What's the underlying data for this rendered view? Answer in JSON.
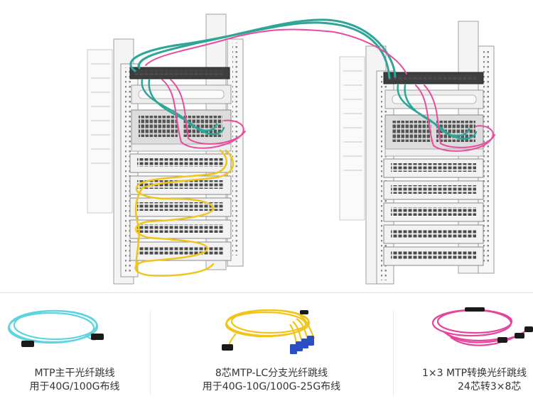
{
  "colors": {
    "trunk_aqua": "#2ea597",
    "trunk_magenta": "#e84c9c",
    "breakout_yellow": "#f0c419",
    "aqua_light": "#5fd3e0",
    "pink_product": "#e4449c",
    "connector_blue": "#2b4fc2",
    "rack_frame": "#f2f2f2",
    "rack_outline": "#9a9a9a"
  },
  "products": [
    {
      "id": "mtp-trunk",
      "icon": "aqua-fiber-coil",
      "line1": "MTP主干光纤跳线",
      "line2": "用于40G/100G布线"
    },
    {
      "id": "mtp-lc-breakout",
      "icon": "yellow-breakout-cable",
      "line1": "8芯MTP-LC分支光纤跳线",
      "line2": "用于40G-10G/100G-25G布线"
    },
    {
      "id": "mtp-conversion",
      "icon": "pink-conversion-cable",
      "line1": "1×3 MTP转换光纤跳线",
      "line2": "24芯转3×8芯"
    }
  ]
}
